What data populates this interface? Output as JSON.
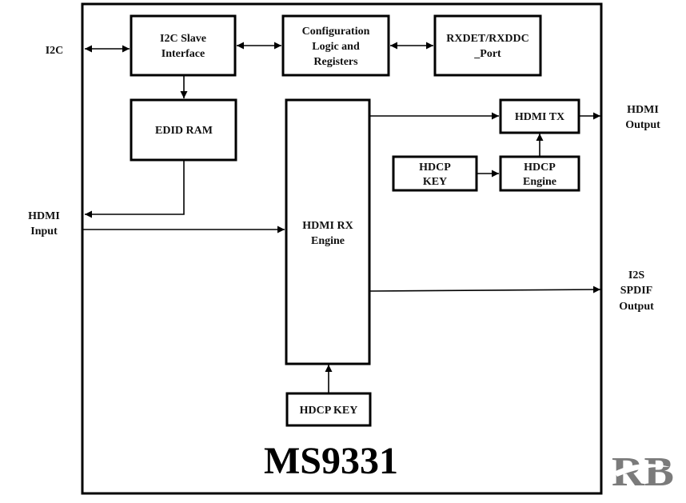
{
  "chip": {
    "title": "MS9331"
  },
  "blocks": {
    "i2c_slave": {
      "lines": [
        "I2C Slave",
        "Interface"
      ]
    },
    "config": {
      "lines": [
        "Configuration",
        "Logic and",
        "Registers"
      ]
    },
    "rxdet": {
      "lines": [
        "RXDET/RXDDC",
        "_Port"
      ]
    },
    "edid_ram": {
      "lines": [
        "EDID RAM"
      ]
    },
    "hdmi_rx": {
      "lines": [
        "HDMI RX",
        "Engine"
      ]
    },
    "hdmi_tx": {
      "lines": [
        "HDMI TX"
      ]
    },
    "hdcp_key_tx": {
      "lines": [
        "HDCP",
        "KEY"
      ]
    },
    "hdcp_engine": {
      "lines": [
        "HDCP",
        "Engine"
      ]
    },
    "hdcp_key_rx": {
      "lines": [
        "HDCP KEY"
      ]
    }
  },
  "ports": {
    "i2c": {
      "lines": [
        "I2C"
      ]
    },
    "hdmi_input": {
      "lines": [
        "HDMI",
        "Input"
      ]
    },
    "hdmi_output": {
      "lines": [
        "HDMI",
        "Output"
      ]
    },
    "audio_output": {
      "lines": [
        "I2S",
        "SPDIF",
        "Output"
      ]
    }
  },
  "connections": [
    {
      "from": "i2c",
      "to": "i2c_slave",
      "direction": "bidirectional"
    },
    {
      "from": "i2c_slave",
      "to": "config",
      "direction": "bidirectional"
    },
    {
      "from": "config",
      "to": "rxdet",
      "direction": "bidirectional"
    },
    {
      "from": "i2c_slave",
      "to": "edid_ram",
      "direction": "forward"
    },
    {
      "from": "edid_ram",
      "to": "hdmi_input",
      "direction": "forward"
    },
    {
      "from": "hdmi_input",
      "to": "hdmi_rx",
      "direction": "forward"
    },
    {
      "from": "hdmi_rx",
      "to": "hdmi_tx",
      "direction": "forward"
    },
    {
      "from": "hdcp_key_tx",
      "to": "hdcp_engine",
      "direction": "forward"
    },
    {
      "from": "hdcp_engine",
      "to": "hdmi_tx",
      "direction": "forward"
    },
    {
      "from": "hdmi_tx",
      "to": "hdmi_output",
      "direction": "forward"
    },
    {
      "from": "hdmi_rx",
      "to": "audio_output",
      "direction": "forward"
    },
    {
      "from": "hdcp_key_rx",
      "to": "hdmi_rx",
      "direction": "forward"
    }
  ],
  "watermark": {
    "text": "RB",
    "color": "#7b7b7b"
  }
}
